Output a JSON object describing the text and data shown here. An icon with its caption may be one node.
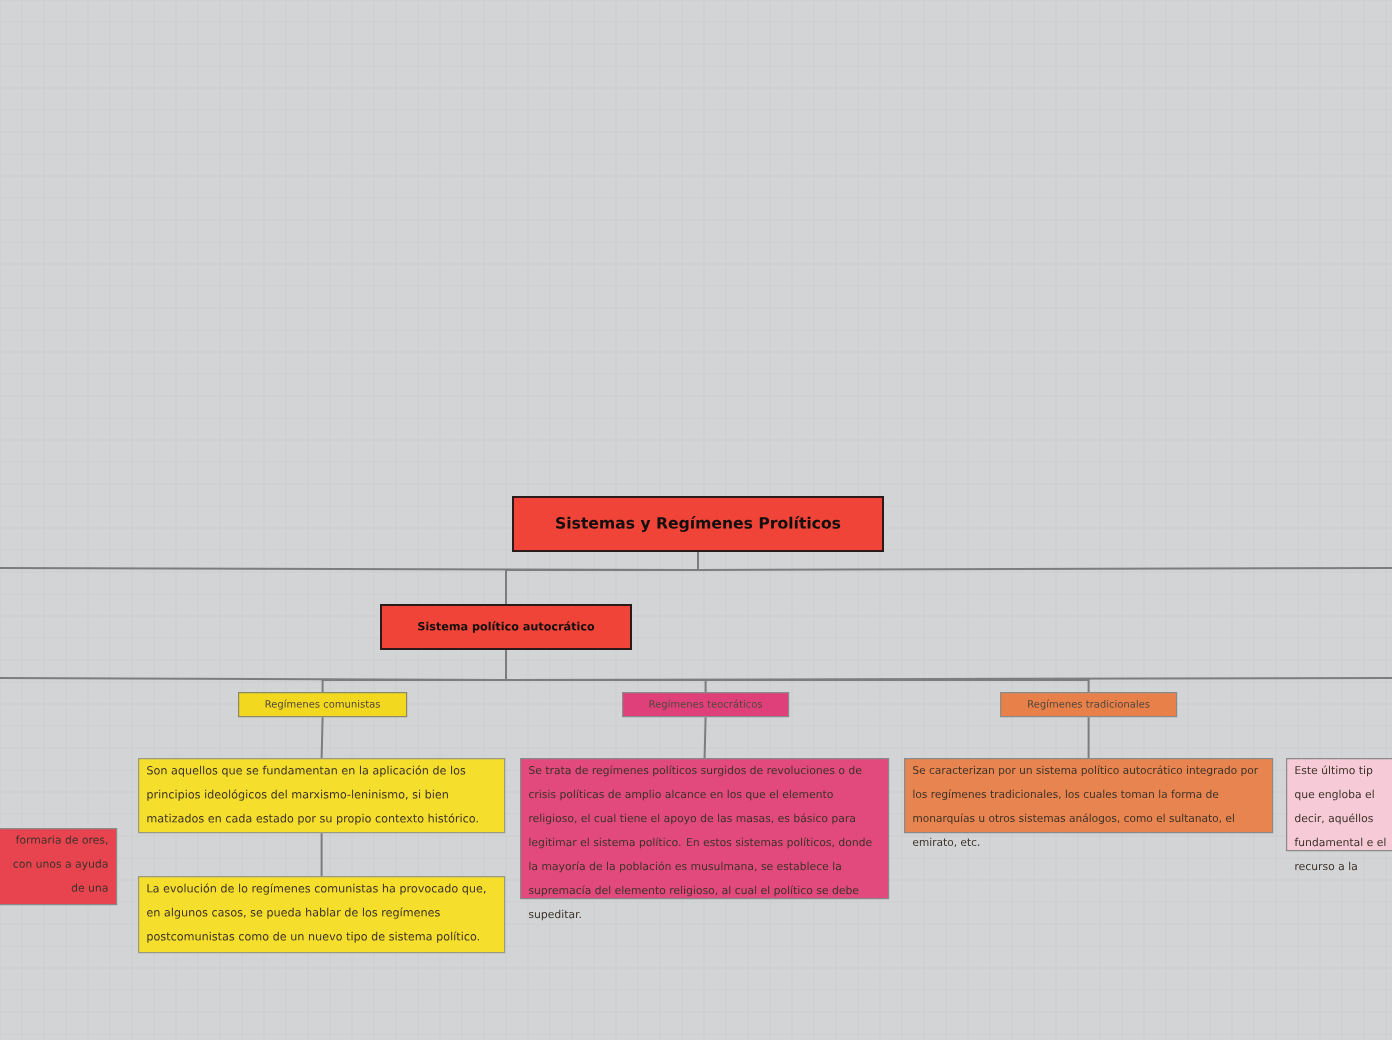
{
  "diagram": {
    "nodes": [
      {
        "text": [
          "Sistemas y Regímenes Prolíticos"
        ]
      },
      {
        "text": [
          "Sistema político autocrático"
        ]
      },
      {
        "text": [
          "Regímenes comunistas"
        ]
      },
      {
        "text": [
          "Regímenes teocráticos"
        ]
      },
      {
        "text": [
          "Regímenes tradicionales"
        ]
      },
      {
        "text": [
          "Son aquellos que se fundamentan en la aplicación de los principios ideológicos del marxismo-leninismo, si bien matizados en cada estado por su propio contexto histórico."
        ]
      },
      {
        "text": [
          "La evolución de lo regímenes comunistas ha provocado que, en algunos casos, se pueda hablar de los regímenes postcomunistas como de un nuevo tipo de sistema político."
        ]
      },
      {
        "text": [
          "Se trata de regímenes políticos surgidos de revoluciones o de crisis políticas de amplio alcance en los que el elemento religioso, el cual tiene el apoyo de las masas, es básico para legitimar el sistema político. En estos sistemas políticos, donde la mayoría de la población es musulmana, se establece la supremacía del elemento religioso, al cual el político se debe supeditar."
        ]
      },
      {
        "text": [
          "Se caracterizan por un sistema político autocrático integrado por los regímenes tradicionales, los cuales toman la forma de monarquías u otros sistemas análogos, como el sultanato, el emirato, etc."
        ]
      },
      {
        "text": [
          "formaria de ores, con unos a ayuda de una"
        ]
      },
      {
        "text": [
          "Este último tip que engloba el decir, aquéllos fundamental e el recurso a la"
        ]
      }
    ],
    "edges": [
      {
        "from": 0,
        "to": 1,
        "arrow": "none"
      },
      {
        "from": 0,
        "to": null,
        "arrow": "none"
      },
      {
        "from": 0,
        "to": null,
        "arrow": "none"
      },
      {
        "from": 1,
        "to": 2,
        "arrow": "none"
      },
      {
        "from": 1,
        "to": 3,
        "arrow": "none"
      },
      {
        "from": 1,
        "to": 4,
        "arrow": "none"
      },
      {
        "from": 1,
        "to": null,
        "arrow": "none"
      },
      {
        "from": 1,
        "to": null,
        "arrow": "none"
      },
      {
        "from": 2,
        "to": 5,
        "arrow": "none"
      },
      {
        "from": 5,
        "to": 6,
        "arrow": "none"
      },
      {
        "from": 3,
        "to": 7,
        "arrow": "none"
      },
      {
        "from": 4,
        "to": 8,
        "arrow": "none"
      }
    ]
  }
}
